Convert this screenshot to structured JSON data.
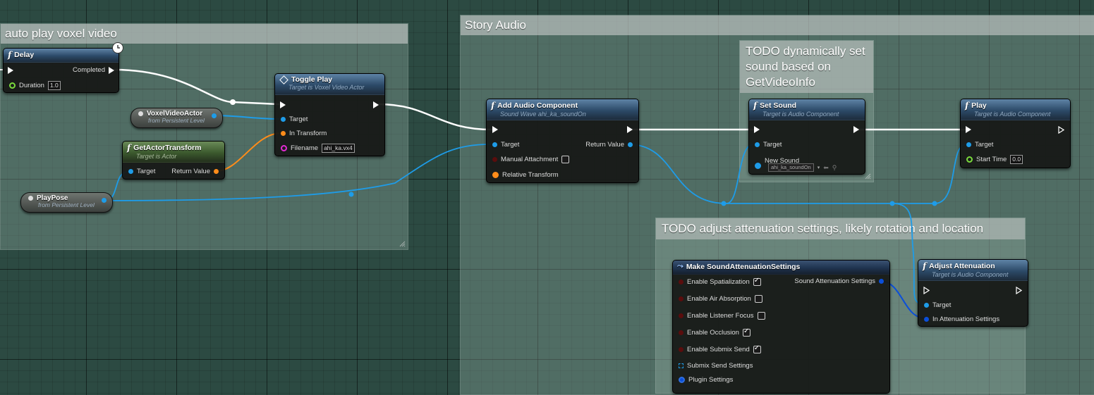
{
  "comments": {
    "auto_play": "auto play voxel video",
    "story_audio": "Story Audio",
    "todo_sound": "TODO dynamically set sound based on GetVideoInfo",
    "todo_atten": "TODO adjust attenuation settings, likely rotation and location"
  },
  "delay": {
    "title": "Delay",
    "completed": "Completed",
    "duration_label": "Duration",
    "duration_value": "1.0"
  },
  "toggle_play": {
    "title": "Toggle Play",
    "subtitle": "Target is Voxel Video Actor",
    "target": "Target",
    "in_transform": "In Transform",
    "filename_label": "Filename",
    "filename_value": "ahi_ka.vx4"
  },
  "voxel_video_actor": {
    "title": "VoxelVideoActor",
    "subtitle": "from Persistent Level"
  },
  "get_actor_transform": {
    "title": "GetActorTransform",
    "subtitle": "Target is Actor",
    "target": "Target",
    "return_value": "Return Value"
  },
  "play_pose": {
    "title": "PlayPose",
    "subtitle": "from Persistent Level"
  },
  "add_audio": {
    "title": "Add Audio Component",
    "subtitle": "Sound Wave ahi_ka_soundOn",
    "target": "Target",
    "return_value": "Return Value",
    "manual_attachment": "Manual Attachment",
    "relative_transform": "Relative Transform"
  },
  "set_sound": {
    "title": "Set Sound",
    "subtitle": "Target is Audio Component",
    "target": "Target",
    "new_sound": "New Sound",
    "new_sound_value": "ahi_ka_soundOn"
  },
  "play": {
    "title": "Play",
    "subtitle": "Target is Audio Component",
    "target": "Target",
    "start_time_label": "Start Time",
    "start_time_value": "0.0"
  },
  "make_atten": {
    "title": "Make SoundAttenuationSettings",
    "output": "Sound Attenuation Settings",
    "rows": [
      {
        "label": "Enable Spatialization",
        "checked": true
      },
      {
        "label": "Enable Air Absorption",
        "checked": false
      },
      {
        "label": "Enable Listener Focus",
        "checked": false
      },
      {
        "label": "Enable Occlusion",
        "checked": true
      },
      {
        "label": "Enable Submix Send",
        "checked": true
      }
    ],
    "submix_send_settings": "Submix Send Settings",
    "plugin_settings": "Plugin Settings"
  },
  "adjust_atten": {
    "title": "Adjust Attenuation",
    "subtitle": "Target is Audio Component",
    "target": "Target",
    "in_atten": "In Attenuation Settings"
  },
  "colors": {
    "exec": "#ffffff",
    "object": "#1e9ce8",
    "transform": "#ff8c1a",
    "string": "#e22bd2",
    "float": "#7bdc3c",
    "struct": "#0b4fd9"
  }
}
